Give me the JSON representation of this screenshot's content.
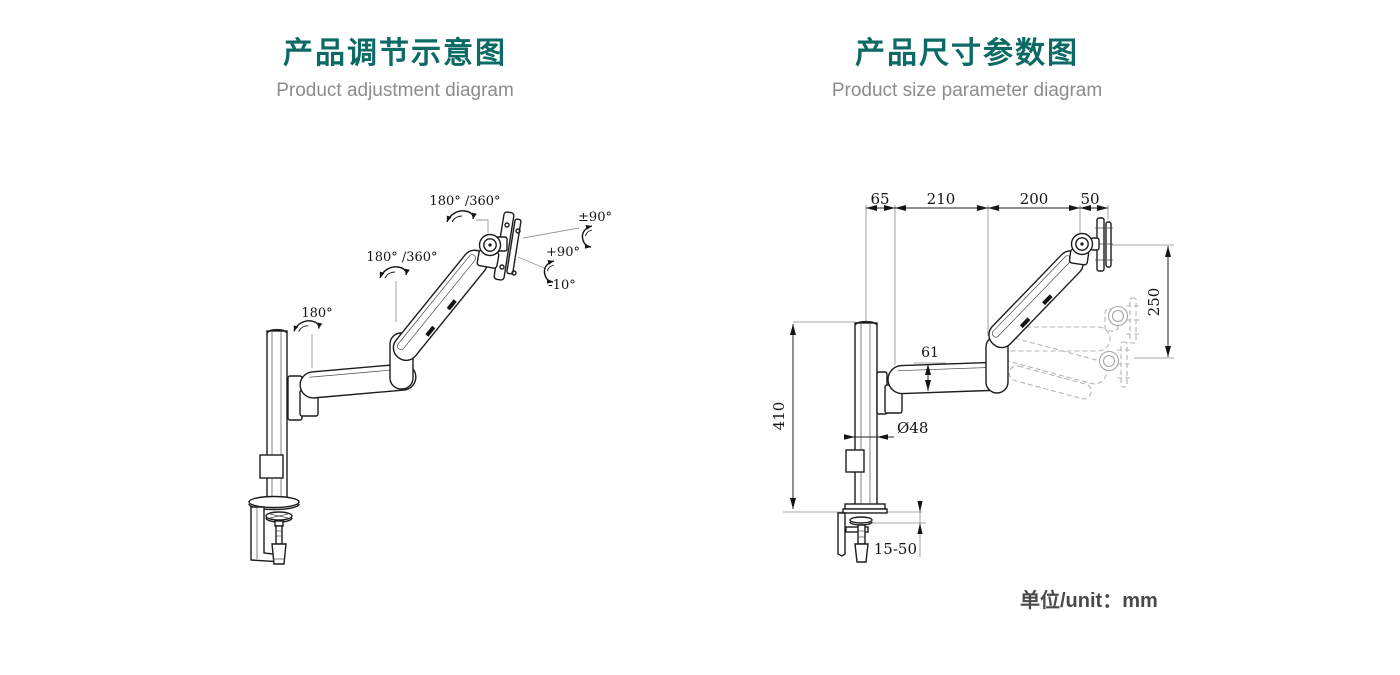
{
  "page": {
    "background": "#ffffff",
    "accent_color": "#0c6a65",
    "unit_note": "单位/unit：mm"
  },
  "left_panel": {
    "title": "产品调节示意图",
    "subtitle": "Product adjustment diagram",
    "annotations": {
      "head_swivel": "180° /360°",
      "arm_swivel": "180° /360°",
      "base_swivel": "180°",
      "screen_rotation": "±90°",
      "tilt_up": "+90°",
      "tilt_down": "-10°"
    }
  },
  "right_panel": {
    "title": "产品尺寸参数图",
    "subtitle": "Product size parameter diagram",
    "dimensions": {
      "top": [
        "65",
        "210",
        "200",
        "50"
      ],
      "height_range": "250",
      "arm_diameter": "61",
      "pole_height": "410",
      "pole_diameter": "Ø48",
      "clamp_range": "15-50"
    }
  }
}
